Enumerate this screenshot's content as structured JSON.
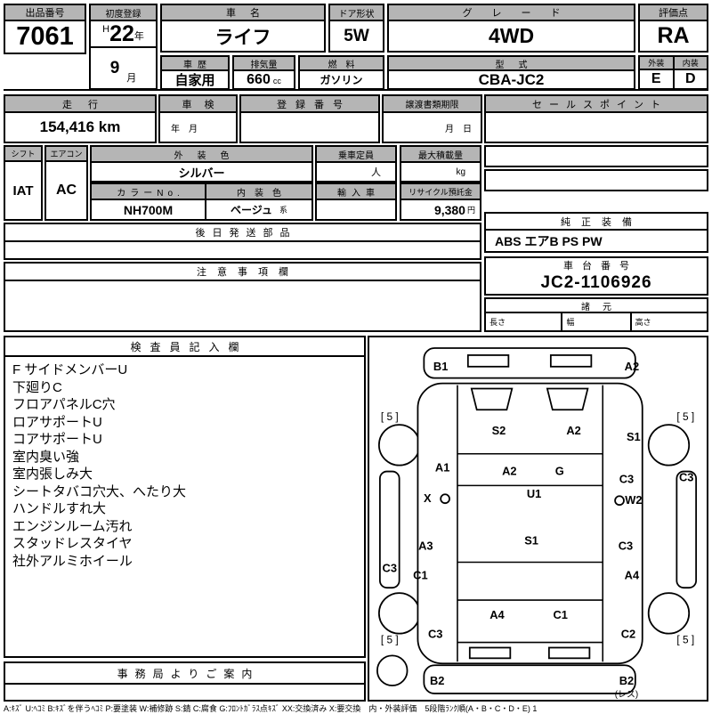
{
  "top": {
    "auction_no_label": "出品番号",
    "auction_no": "7061",
    "first_reg_label": "初度登録",
    "first_reg_era": "H",
    "first_reg_year": "22",
    "first_reg_year_unit": "年",
    "first_reg_month": "9",
    "first_reg_month_unit": "月",
    "car_name_label": "車名",
    "car_name": "ライフ",
    "door_label": "ドア形状",
    "door": "5W",
    "grade_label": "グレード",
    "grade": "4WD",
    "score_label": "評価点",
    "score": "RA",
    "history_label": "車歴",
    "history": "自家用",
    "disp_label": "排気量",
    "disp": "660",
    "disp_unit": "cc",
    "fuel_label": "燃料",
    "fuel": "ガソリン",
    "model_label": "型式",
    "model": "CBA-JC2",
    "ext_label": "外装",
    "ext": "E",
    "int_label": "内装",
    "int": "D"
  },
  "second": {
    "mileage_label": "走行",
    "mileage": "154,416 km",
    "inspection_label": "車検",
    "inspection_placeholder": "年　月",
    "registration_label": "登録番号",
    "transfer_label": "譲渡書類期限",
    "transfer_placeholder": "月　日",
    "sales_label": "セールスポイント"
  },
  "third": {
    "shift_label": "シフト",
    "shift": "IAT",
    "aircon_label": "エアコン",
    "aircon": "AC",
    "ext_color_label": "外装色",
    "ext_color": "シルバー",
    "capacity_label": "乗車定員",
    "capacity_unit": "人",
    "maxload_label": "最大積載量",
    "maxload_unit": "kg",
    "color_no_label": "カラーNo.",
    "color_no": "NH700M",
    "int_color_label": "内装色",
    "int_color": "ベージュ",
    "int_color_unit": "系",
    "import_label": "輸入車",
    "recycle_label": "リサイクル預託金",
    "recycle": "9,380",
    "recycle_unit": "円",
    "later_parts_label": "後日発送部品",
    "genuine_label": "純正装備",
    "genuine": "ABS エアB PS PW"
  },
  "notes": {
    "caution_label": "注意事項欄",
    "chassis_label": "車台番号",
    "chassis": "JC2-1106926",
    "spec_label": "諸元",
    "spec_length_label": "長さ",
    "spec_width_label": "幅",
    "spec_height_label": "高さ"
  },
  "inspector": {
    "label": "検査員記入欄",
    "lines": [
      "F サイドメンバーU",
      "下廻りC",
      "フロアパネルC穴",
      "ロアサポートU",
      "コアサポートU",
      "室内臭い強",
      "室内張しみ大",
      "シートタバコ穴大、へたり大",
      "ハンドルすれ大",
      "エンジンルーム汚れ",
      "スタッドレスタイヤ",
      "社外アルミホイール"
    ],
    "office_label": "事務局よりご案内"
  },
  "diagram": {
    "labels": [
      "B1",
      "A2",
      "[ 5 ]",
      "[ 5 ]",
      "S1",
      "S2",
      "A2",
      "A1",
      "A2",
      "G",
      "C3",
      "C3",
      "X",
      "U1",
      "W2",
      "A3",
      "S1",
      "C3",
      "C3",
      "C1",
      "A4",
      "A4",
      "C1",
      "C3",
      "C2",
      "[ 5 ]",
      "[ 5 ]",
      "B2",
      "B2"
    ],
    "spare_note": "(レス)"
  },
  "legend": "A:ｷｽﾞ U:ﾍｺﾐ B:ｷｽﾞを伴うﾍｺﾐ P:要塗装 W:補修跡 S:錆 C:腐食 G:ﾌﾛﾝﾄｶﾞﾗｽ点ｷｽﾞ XX:交換済み X:要交換　内・外装評価　5段階ﾗﾝｸ順(A・B・C・D・E) 1"
}
